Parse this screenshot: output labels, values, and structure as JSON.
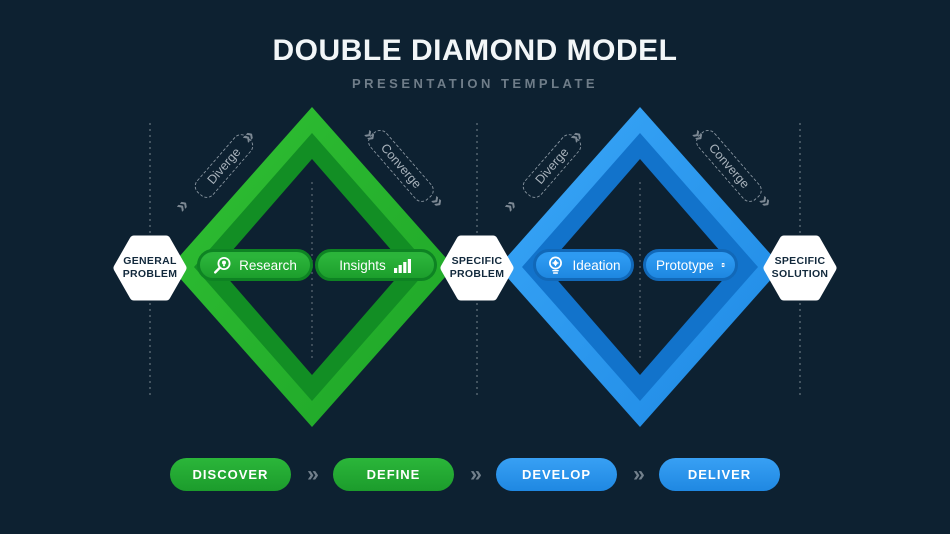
{
  "header": {
    "title": "DOUBLE DIAMOND MODEL",
    "subtitle": "PRESENTATION TEMPLATE"
  },
  "glyphs": {
    "double_chevron": "»"
  },
  "colors": {
    "background": "#0D2131",
    "green_band": "#2AB42C",
    "green_shade": "#128E24",
    "blue_band": "#2F9DF4",
    "blue_shade": "#1273CB",
    "node_fill": "#FFFFFF",
    "node_text": "#12293C",
    "muted_gray": "#7C8893"
  },
  "nodes": {
    "general_problem": {
      "line1": "GENERAL",
      "line2": "PROBLEM"
    },
    "specific_problem": {
      "line1": "SPECIFIC",
      "line2": "PROBLEM"
    },
    "specific_solution": {
      "line1": "SPECIFIC",
      "line2": "SOLUTION"
    }
  },
  "diamonds": [
    {
      "id": "problem-diamond",
      "diverge": "Diverge",
      "converge": "Converge",
      "stages": [
        {
          "label": "Research",
          "icon": "search-bulb-icon"
        },
        {
          "label": "Insights",
          "icon": "bar-chart-icon"
        }
      ]
    },
    {
      "id": "solution-diamond",
      "diverge": "Diverge",
      "converge": "Converge",
      "stages": [
        {
          "label": "Ideation",
          "icon": "bulb-gear-icon"
        },
        {
          "label": "Prototype",
          "icon": "document-gear-icon"
        }
      ]
    }
  ],
  "phases": [
    {
      "label": "DISCOVER",
      "color": "#22AC31"
    },
    {
      "label": "DEFINE",
      "color": "#27B438"
    },
    {
      "label": "DEVELOP",
      "color": "#2E96EE"
    },
    {
      "label": "DELIVER",
      "color": "#2F9BF2"
    }
  ]
}
